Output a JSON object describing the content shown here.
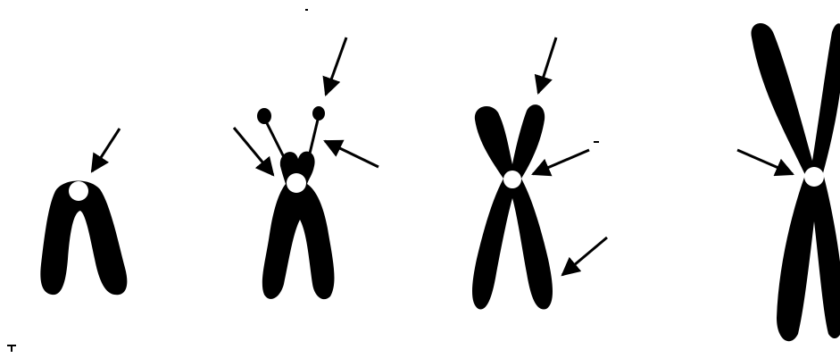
{
  "diagram": {
    "ink_color": "#000000",
    "background_color": "#ffffff",
    "centromere_color": "#ffffff",
    "chromosomes": [
      {
        "kind": "acrocentric-telocentric"
      },
      {
        "kind": "satellite-chromosome"
      },
      {
        "kind": "submetacentric"
      },
      {
        "kind": "metacentric"
      }
    ]
  }
}
